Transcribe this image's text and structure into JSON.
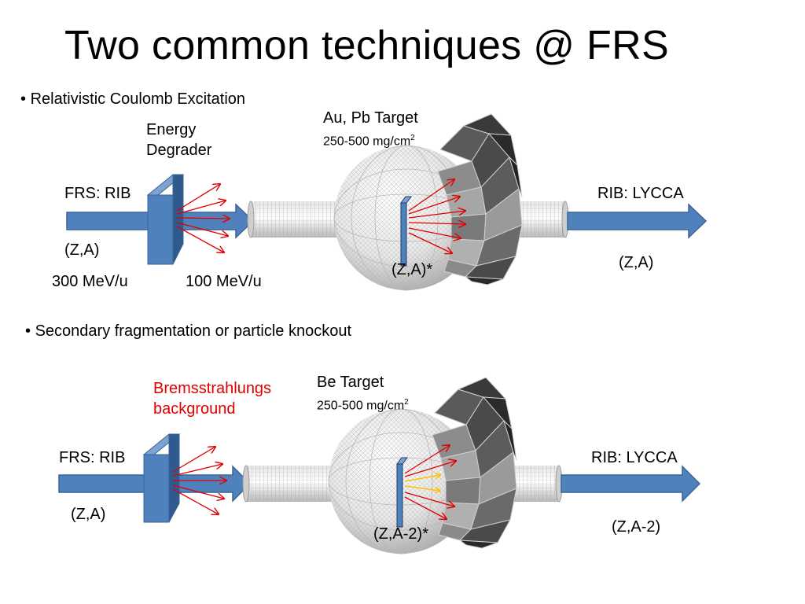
{
  "title": "Two common techniques @ FRS",
  "colors": {
    "beam_arrow": "#4f81bd",
    "degrader": "#4f81bd",
    "gamma_arrows": "#e00000",
    "knockout_highlight": "#ffc000",
    "detector_dark": "#3a3a3a",
    "detector_light": "#a6a6a6",
    "bremsstrahlung_text": "#e00000"
  },
  "section1": {
    "bullet": "Relativistic Coulomb Excitation",
    "energy_degrader_line1": "Energy",
    "energy_degrader_line2": "Degrader",
    "target_label": "Au, Pb Target",
    "target_thickness": "250-500 mg/cm",
    "thickness_sup": "2",
    "frs_rib": "FRS: RIB",
    "rib_lycca": "RIB: LYCCA",
    "za_in": "(Z,A)",
    "za_excited": "(Z,A)*",
    "za_out": "(Z,A)",
    "energy_in": "300 MeV/u",
    "energy_out": "100 MeV/u"
  },
  "section2": {
    "bullet": "Secondary fragmentation or particle knockout",
    "bremsstrahlung_line1": "Bremsstrahlungs",
    "bremsstrahlung_line2": "background",
    "target_label": "Be Target",
    "target_thickness": "250-500 mg/cm",
    "thickness_sup": "2",
    "frs_rib": "FRS: RIB",
    "rib_lycca": "RIB: LYCCA",
    "za_in": "(Z,A)",
    "za_excited": "(Z,A-2)*",
    "za_out": "(Z,A-2)"
  }
}
